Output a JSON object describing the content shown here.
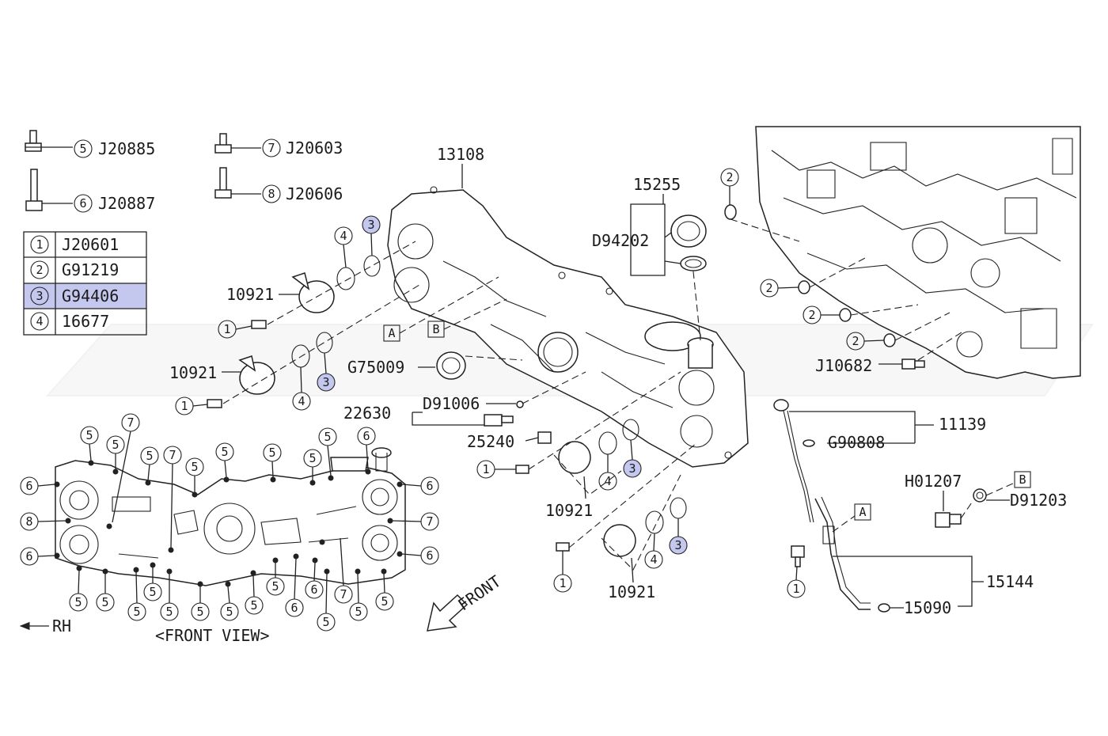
{
  "colors": {
    "ink": "#222222",
    "highlight": "#c5c8ee",
    "watermark": "#eeeeee"
  },
  "bolt_legend": [
    {
      "num": "5",
      "code": "J20885"
    },
    {
      "num": "6",
      "code": "J20887"
    },
    {
      "num": "7",
      "code": "J20603"
    },
    {
      "num": "8",
      "code": "J20606"
    }
  ],
  "key_table": [
    {
      "num": "1",
      "code": "J20601",
      "highlighted": false
    },
    {
      "num": "2",
      "code": "G91219",
      "highlighted": false
    },
    {
      "num": "3",
      "code": "G94406",
      "highlighted": true
    },
    {
      "num": "4",
      "code": "16677",
      "highlighted": false
    }
  ],
  "parts": {
    "front_cover": "13108",
    "oil_cap": "15255",
    "oil_cap_gasket": "D94202",
    "solenoid_upper": "10921",
    "solenoid_lower": "10921",
    "solenoid_front_1": "10921",
    "solenoid_front_2": "10921",
    "seal": "G75009",
    "sensor_group": "22630",
    "sensor_plug": "D91006",
    "sensor": "25240",
    "block_bolt": "J10682",
    "dipstick": "11139",
    "dipstick_oring": "G90808",
    "bolt_h": "H01207",
    "washer_d": "D91203",
    "guide_tube": "15144",
    "guide_oring": "15090"
  },
  "refs": {
    "a": "A",
    "b": "B"
  },
  "labels": {
    "front_view": "<FRONT VIEW>",
    "rh": "RH",
    "front": "FRONT"
  },
  "callouts": {
    "one": "1",
    "two": "2",
    "three": "3",
    "four": "4",
    "five": "5",
    "six": "6",
    "seven": "7",
    "eight": "8"
  }
}
